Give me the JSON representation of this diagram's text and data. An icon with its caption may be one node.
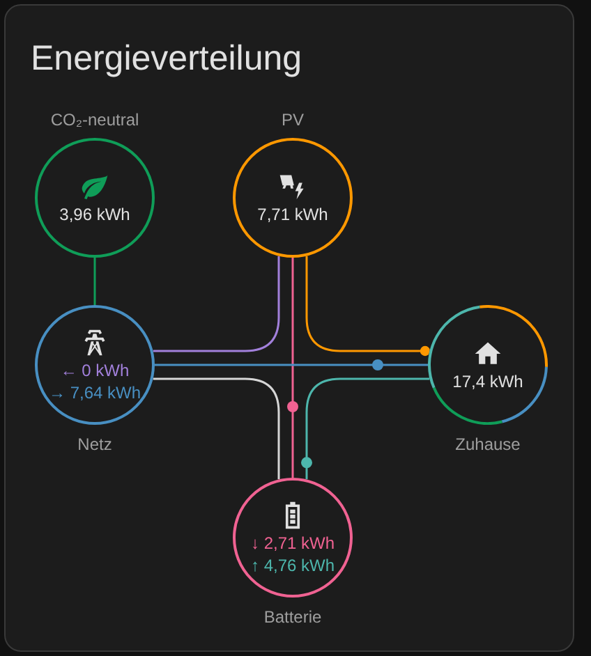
{
  "diagram": {
    "title": "Energieverteilung",
    "nodes": [
      {
        "text": [
          "CO₂-neutral",
          "3,96 kWh"
        ]
      },
      {
        "text": [
          "PV",
          "7,71 kWh"
        ]
      },
      {
        "text": [
          "← 0 kWh",
          "→ 7,64 kWh",
          "Netz"
        ]
      },
      {
        "text": [
          "17,4 kWh",
          "Zuhause"
        ]
      },
      {
        "text": [
          "↓ 2,71 kWh",
          "↑ 4,76 kWh",
          "Batterie"
        ]
      }
    ],
    "edges": [
      {
        "from": 0,
        "to": 2,
        "arrow": "none",
        "color": "#0f9d58"
      },
      {
        "from": 1,
        "to": 3,
        "arrow": "other",
        "color": "#ff9800"
      },
      {
        "from": 1,
        "to": 2,
        "arrow": "none",
        "color": "#a280db"
      },
      {
        "from": 1,
        "to": 4,
        "arrow": "none",
        "color": "#f06292"
      },
      {
        "from": 2,
        "to": 3,
        "arrow": "none",
        "color": "#488fc2"
      },
      {
        "from": 2,
        "to": 4,
        "arrow": "none",
        "color": "#d6d6d6"
      },
      {
        "from": 4,
        "to": 3,
        "arrow": "none",
        "color": "#4db6ac"
      }
    ]
  }
}
